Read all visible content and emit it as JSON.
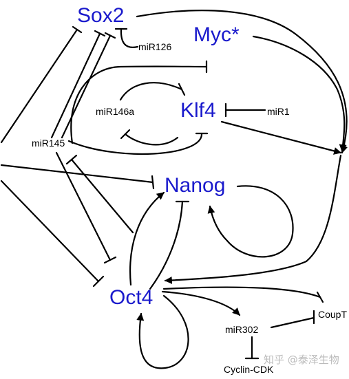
{
  "nodes": {
    "sox2": "Sox2",
    "myc": "Myc*",
    "klf4": "Klf4",
    "nanog": "Nanog",
    "oct4": "Oct4",
    "mir126": "miR126",
    "mir146a": "miR146a",
    "mir1": "miR1",
    "mir145": "miR145",
    "mir302": "miR302",
    "coup": "CoupT",
    "cyclin": "Cyclin-CDK"
  },
  "watermark": "知乎 @泰泽生物",
  "colors": {
    "gene": "#1a1acc",
    "microrna": "#000000",
    "edge": "#000000"
  }
}
